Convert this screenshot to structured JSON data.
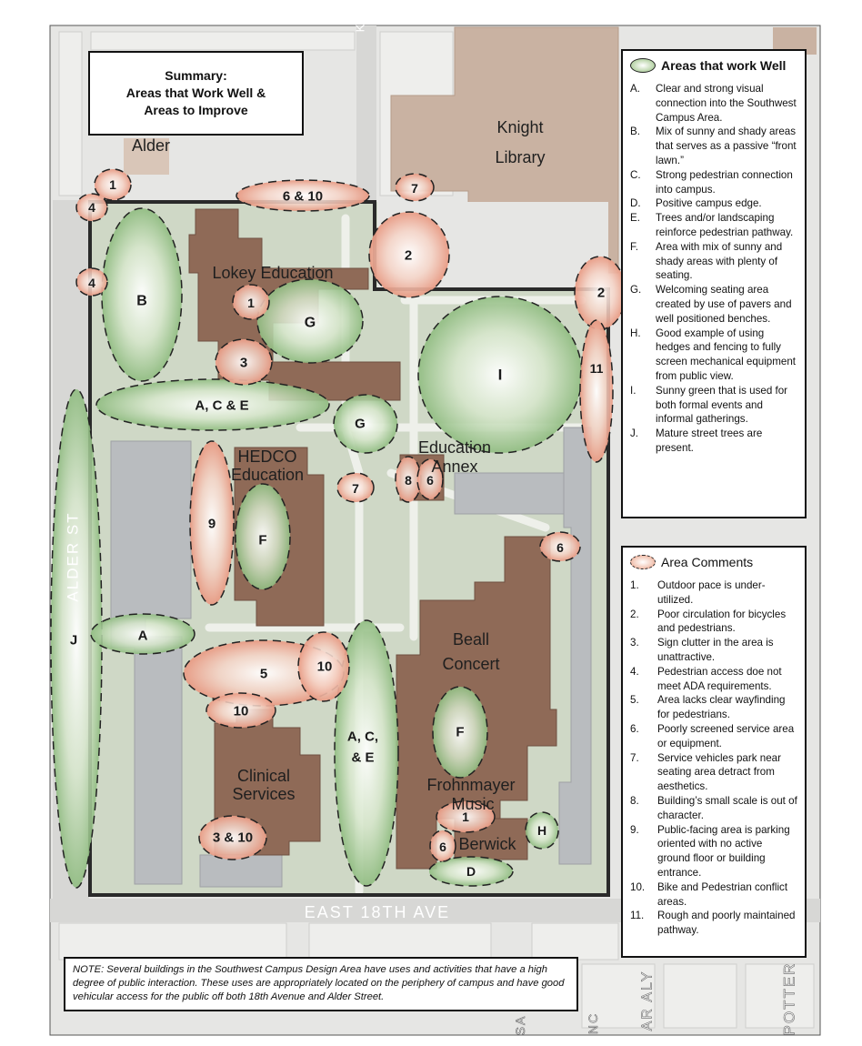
{
  "summary": {
    "line1": "Summary:",
    "line2": "Areas that Work Well &",
    "line3": "Areas to Improve"
  },
  "works_well": {
    "title": "Areas that work Well",
    "items": [
      {
        "key": "A.",
        "text": "Clear and strong visual connection into the Southwest Campus Area."
      },
      {
        "key": "B.",
        "text": "Mix of sunny and shady areas that serves as a passive “front lawn.”"
      },
      {
        "key": "C.",
        "text": "Strong pedestrian connection into campus."
      },
      {
        "key": "D.",
        "text": " Positive campus edge."
      },
      {
        "key": "E.",
        "text": "Trees and/or landscaping reinforce pedestrian pathway."
      },
      {
        "key": "F.",
        "text": "Area with mix of sunny and shady areas with plenty of seating."
      },
      {
        "key": "G.",
        "text": "Welcoming seating area created by use of pavers and well positioned benches."
      },
      {
        "key": "H.",
        "text": "Good example of using hedges and fencing to fully screen mechanical equipment from public view."
      },
      {
        "key": "I.",
        "text": "Sunny green that is used for both formal events and informal gatherings."
      },
      {
        "key": "J.",
        "text": "Mature street trees are present."
      }
    ]
  },
  "comments": {
    "title": "Area Comments",
    "items": [
      {
        "key": "1.",
        "text": "Outdoor pace is under-utilized."
      },
      {
        "key": "2.",
        "text": "Poor circulation for bicycles and pedestrians."
      },
      {
        "key": "3.",
        "text": "Sign clutter in the area is unattractive."
      },
      {
        "key": "4.",
        "text": "Pedestrian access doe not meet ADA requirements."
      },
      {
        "key": "5.",
        "text": "Area lacks clear wayfinding for pedestrians."
      },
      {
        "key": "6.",
        "text": "Poorly screened service area or equipment."
      },
      {
        "key": "7.",
        "text": "Service vehicles park near seating area detract from aesthetics."
      },
      {
        "key": "8.",
        "text": "Building’s small scale is out of character."
      },
      {
        "key": "9.",
        "text": "Public-facing area is parking oriented with no active ground floor or building entrance."
      },
      {
        "key": "10.",
        "text": "Bike and Pedestrian conflict areas."
      },
      {
        "key": "11.",
        "text": "Rough and poorly maintained pathway."
      }
    ]
  },
  "note": "NOTE:  Several buildings in the Southwest Campus Design Area have uses and activities that have a high degree of public interaction. These uses are appropriately located on the periphery of campus and have good vehicular access for the public off both 18th Avenue and Alder Street.",
  "buildings": {
    "knight_1": "Knight",
    "knight_2": "Library",
    "alder": "Alder",
    "lokey": "Lokey Education",
    "hedco_1": "HEDCO",
    "hedco_2": "Education",
    "annex_1": "Education",
    "annex_2": "Annex",
    "beall_1": "Beall",
    "beall_2": "Concert",
    "clinical_1": "Clinical",
    "clinical_2": "Services",
    "frohnmayer": "Frohnmayer",
    "music": "Music",
    "berwick": "Berwick"
  },
  "streets": {
    "alder_st": "ALDER ST",
    "east_18th": "EAST 18TH AVE",
    "potter": "POTTER",
    "aly": "AR ALY",
    "nc": "NC",
    "sa": "SA",
    "ar": "AR",
    "k": "K"
  },
  "green_labels": {
    "B": "B",
    "G1": "G",
    "I": "I",
    "ACE1": "A, C  & E",
    "G2": "G",
    "F1": "F",
    "J": "J",
    "A": "A",
    "ACE2a": "A, C,",
    "ACE2b": "& E",
    "F2": "F",
    "H": "H",
    "D": "D"
  },
  "red_labels": {
    "r1a": "1",
    "r4a": "4",
    "r4b": "4",
    "r610a": "6 & 10",
    "r7a": "7",
    "r2a": "2",
    "r2b": "2",
    "r1b": "1",
    "r3a": "3",
    "r11": "11",
    "r9": "9",
    "r7b": "7",
    "r8": "8",
    "r6a": "6",
    "r6b": "6",
    "r5": "5",
    "r10a": "10",
    "r10b": "10",
    "r310": "3 & 10",
    "r1c": "1",
    "r6c": "6"
  },
  "colors": {
    "building": "#8f6a57",
    "parking": "#b9bcbf",
    "campus_green": "#cfd8c6",
    "street": "#dcdcdc",
    "area_green": "#8fbc80",
    "area_red": "#e89a83",
    "boundary": "#2a2a2a"
  }
}
